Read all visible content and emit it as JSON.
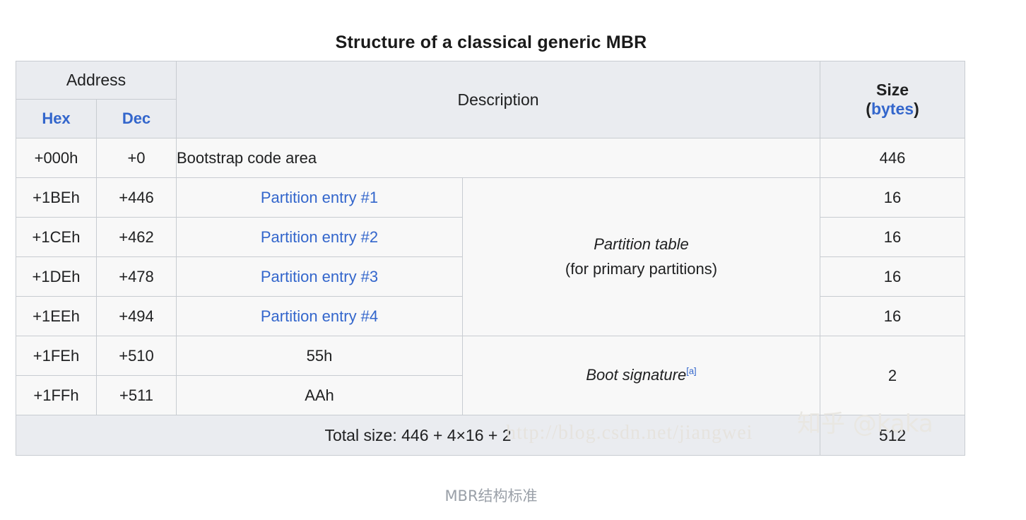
{
  "figure": {
    "title": "Structure of a classical generic MBR",
    "caption": "MBR结构标准"
  },
  "watermarks": {
    "url": "http://blog.csdn.net/jiangwei",
    "zhihu": "知乎 @kaka"
  },
  "colors": {
    "link": "#3366cc",
    "header_bg": "#eaecf0",
    "cell_bg": "#f8f8f8",
    "border": "#c8ccd1",
    "caption_text": "#9aa0a8"
  },
  "table": {
    "headers": {
      "address": "Address",
      "hex": "Hex",
      "dec": "Dec",
      "description": "Description",
      "size": "Size",
      "size_unit_open": "(",
      "size_unit": "bytes",
      "size_unit_close": ")"
    },
    "rows": [
      {
        "hex": "+000h",
        "dec": "+0",
        "desc": "Bootstrap code area",
        "size": "446"
      },
      {
        "hex": "+1BEh",
        "dec": "+446",
        "desc": "Partition entry #1",
        "size": "16"
      },
      {
        "hex": "+1CEh",
        "dec": "+462",
        "desc": "Partition entry #2",
        "size": "16"
      },
      {
        "hex": "+1DEh",
        "dec": "+478",
        "desc": "Partition entry #3",
        "size": "16"
      },
      {
        "hex": "+1EEh",
        "dec": "+494",
        "desc": "Partition entry #4",
        "size": "16"
      },
      {
        "hex": "+1FEh",
        "dec": "+510",
        "desc": "55h",
        "size": "2"
      },
      {
        "hex": "+1FFh",
        "dec": "+511",
        "desc": "AAh",
        "size": ""
      }
    ],
    "merged": {
      "partition_table_line1": "Partition table",
      "partition_table_line2": "(for primary partitions)",
      "boot_signature": "Boot signature",
      "boot_signature_note": "[a]"
    },
    "total": {
      "label": "Total size: 446 + 4×16 + 2",
      "value": "512"
    }
  }
}
